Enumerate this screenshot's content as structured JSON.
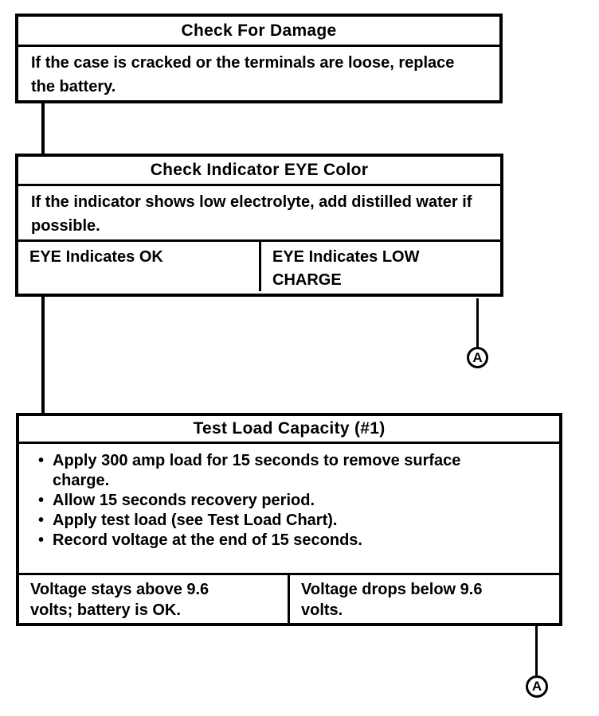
{
  "page": {
    "background_color": "#ffffff",
    "ink_color": "#000000"
  },
  "flowchart": {
    "boxes": [
      {
        "title": "Check For Damage",
        "body": "If the case is cracked or the terminals are loose, replace the battery."
      },
      {
        "title": "Check Indicator EYE Color",
        "body": "If the indicator shows low electrolyte, add distilled water if possible.",
        "outcomes": [
          {
            "label": "EYE Indicates OK"
          },
          {
            "label": "EYE Indicates LOW CHARGE"
          }
        ]
      },
      {
        "title": "Test Load Capacity (#1)",
        "bullets": [
          "Apply 300 amp load for 15 seconds to remove surface charge.",
          "Allow 15 seconds recovery period.",
          "Apply test load (see Test Load Chart).",
          "Record voltage at the end of 15 seconds."
        ],
        "outcomes": [
          {
            "label": "Voltage stays above 9.6 volts; battery is OK."
          },
          {
            "label": "Voltage drops below 9.6 volts."
          }
        ]
      }
    ],
    "off_page_connectors": [
      {
        "label": "A"
      },
      {
        "label": "A"
      }
    ]
  }
}
